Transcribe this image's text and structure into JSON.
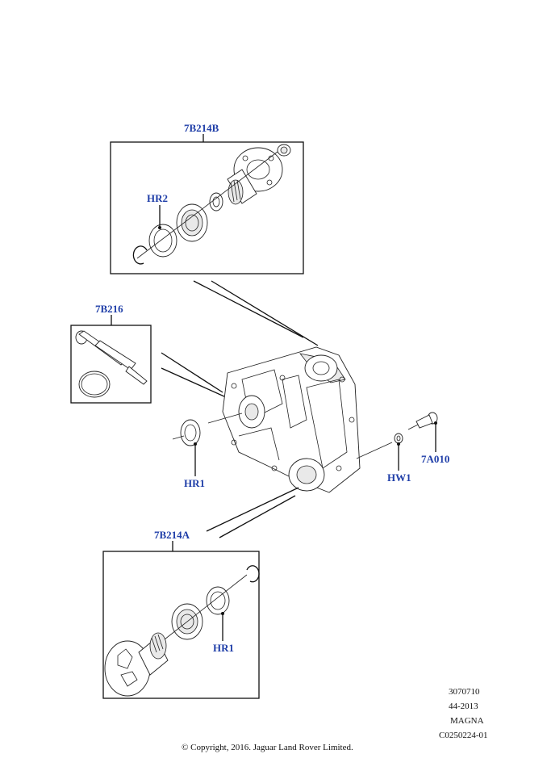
{
  "callouts": {
    "c_7b214b": "7B214B",
    "c_hr2": "HR2",
    "c_7b216": "7B216",
    "c_hr1_a": "HR1",
    "c_hw1": "HW1",
    "c_7a010": "7A010",
    "c_7b214a": "7B214A",
    "c_hr1_b": "HR1"
  },
  "footer": {
    "ref_number": "3070710",
    "ref_code": "44-2013",
    "supplier": "MAGNA",
    "illustration_id": "C0250224-01",
    "copyright": "© Copyright, 2016. Jaguar Land Rover Limited."
  },
  "colors": {
    "callout": "#1f3ea8",
    "linework": "#111111"
  }
}
